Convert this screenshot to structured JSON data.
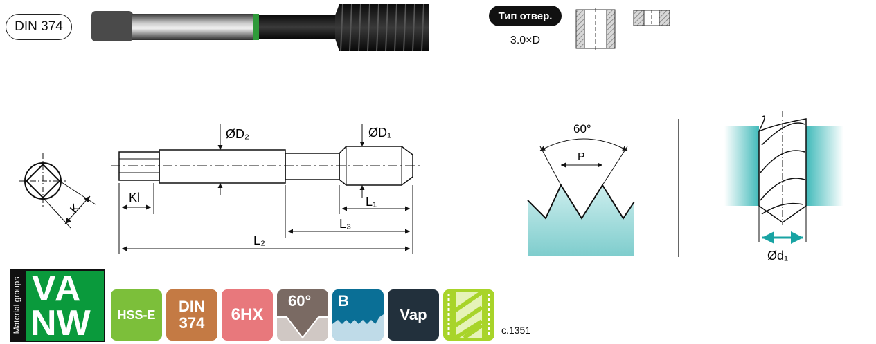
{
  "standard_label": "DIN 374",
  "hole": {
    "type_label": "Тип отвер.",
    "depth_label": "3.0×D"
  },
  "dimensions": {
    "d2": "ØD₂",
    "d1": "ØD₁",
    "kl": "Kl",
    "k": "K",
    "l1": "L₁",
    "l2": "L₂",
    "l3": "L₃",
    "angle": "60°",
    "pitch": "P",
    "drill_d1": "Ød₁"
  },
  "badges": {
    "material_groups_label": "Material groups",
    "material_letters": [
      "V",
      "A",
      "N",
      "W"
    ],
    "hss": "HSS-E",
    "din_line1": "DIN",
    "din_line2": "374",
    "tolerance": "6HX",
    "angle": "60°",
    "chamfer": "B",
    "coating": "Vap"
  },
  "page_ref": "c.1351",
  "colors": {
    "material_green": "#0a9a3c",
    "hss_green": "#7cbf3a",
    "din_brown": "#c47a44",
    "tolerance_pink": "#e8787c",
    "angle_brown": "#7a6a63",
    "chamfer_blue": "#0a6f96",
    "coating_navy": "#22303c",
    "spiral_lime": "#a8d42a",
    "teal": "#6cc7c7"
  }
}
